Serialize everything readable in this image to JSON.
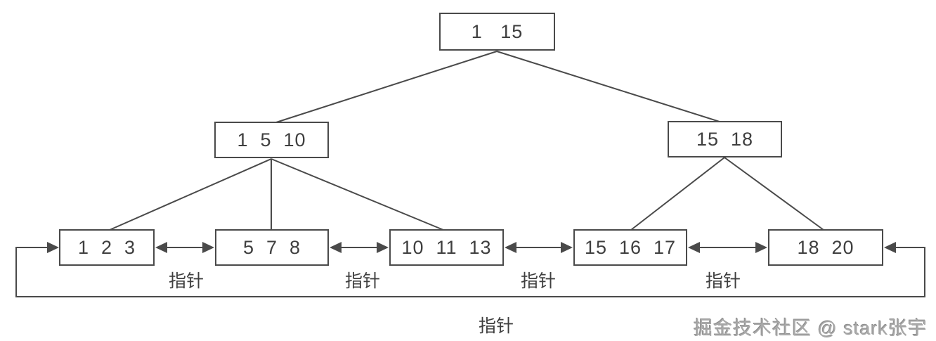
{
  "diagram": {
    "type": "b-plus-tree",
    "root": {
      "label": "1   15"
    },
    "internal": [
      {
        "label": "1  5  10"
      },
      {
        "label": "15  18"
      }
    ],
    "leaves": [
      {
        "label": "1  2  3"
      },
      {
        "label": "5  7  8"
      },
      {
        "label": "10  11  13"
      },
      {
        "label": "15  16  17"
      },
      {
        "label": "18  20"
      }
    ],
    "pointer_label": "指针",
    "watermark": "掘金技术社区 @ stark张宇",
    "colors": {
      "line": "#4a4a4a",
      "text": "#3f3f3f",
      "watermark": "#a9a9a9",
      "background": "#ffffff"
    }
  }
}
